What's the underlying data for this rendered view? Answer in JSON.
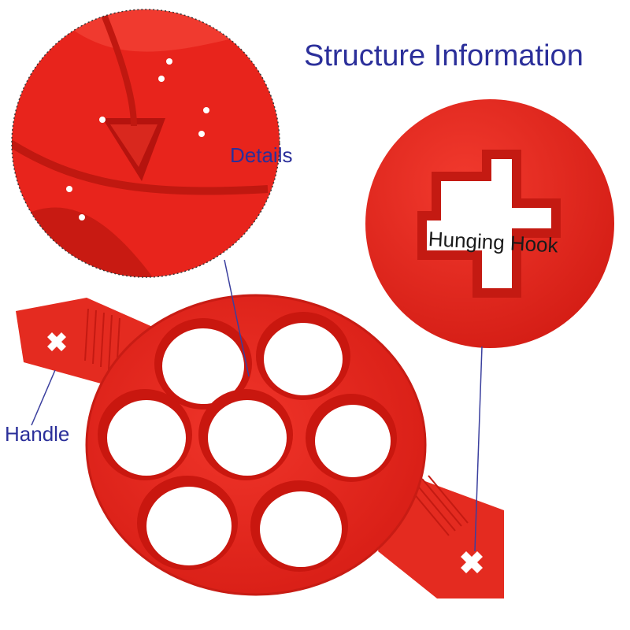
{
  "labels": {
    "title": "Structure Information",
    "details": "Details",
    "hook": "Hunging Hook",
    "handle": "Handle"
  },
  "colors": {
    "silicone_red": "#e8241c",
    "silicone_dark": "#b5130e",
    "label_blue": "#2b2f9a",
    "pointer_line": "#3a3f9e"
  },
  "product": {
    "type": "silicone pancake mold",
    "ring_count": 7
  }
}
